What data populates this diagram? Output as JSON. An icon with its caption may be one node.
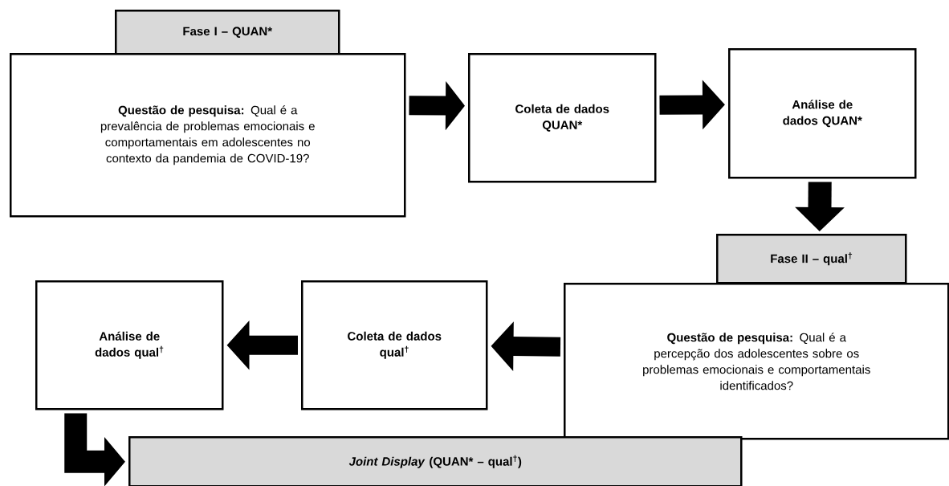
{
  "diagram": {
    "nodes": [
      {
        "text": [
          "Fase I –  QUAN*"
        ]
      },
      {
        "text": [
          "**Questão de pesquisa:** Qual é a prevalência de problemas emocionais e comportamentais em adolescentes no contexto da pandemia de COVID-19?"
        ]
      },
      {
        "text": [
          "Coleta de dados QUAN*"
        ]
      },
      {
        "text": [
          "Análise de dados QUAN*"
        ]
      },
      {
        "text": [
          "Fase II – qual$^{†}$"
        ]
      },
      {
        "text": [
          "**Questão de pesquisa:** Qual é a percepção dos adolescentes sobre os problemas emocionais e comportamentais identificados?"
        ]
      },
      {
        "text": [
          "Coleta de dados qual$^{†}$"
        ]
      },
      {
        "text": [
          "Análise de dados qual$^{†}$"
        ]
      },
      {
        "text": [
          "*Joint Display* (QUAN* –  qual$^{†}$)"
        ]
      }
    ],
    "edges": [
      {
        "from": 1,
        "to": 2,
        "arrow": "to"
      },
      {
        "from": 2,
        "to": 3,
        "arrow": "to"
      },
      {
        "from": 3,
        "to": 4,
        "arrow": "to"
      },
      {
        "from": 5,
        "to": 6,
        "arrow": "to"
      },
      {
        "from": 6,
        "to": 7,
        "arrow": "to"
      },
      {
        "from": 7,
        "to": 8,
        "arrow": "to"
      }
    ]
  }
}
